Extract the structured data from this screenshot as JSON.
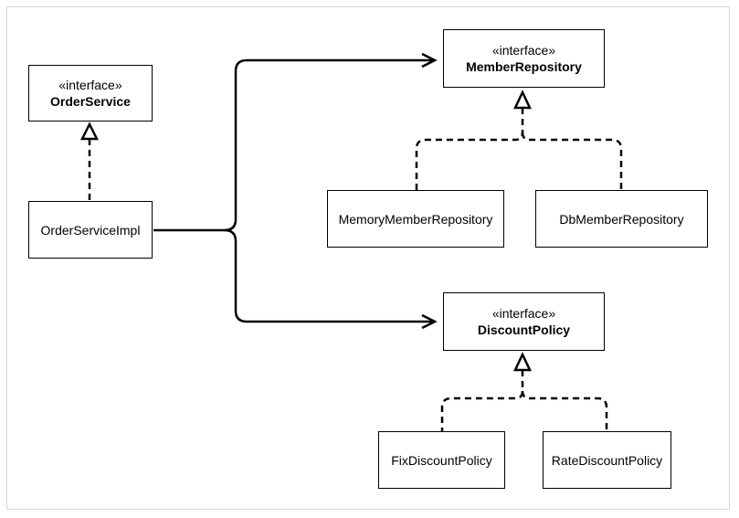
{
  "diagram": {
    "interfaces": [
      {
        "id": "order-service",
        "stereotype": "«interface»",
        "name": "OrderService"
      },
      {
        "id": "member-repository",
        "stereotype": "«interface»",
        "name": "MemberRepository"
      },
      {
        "id": "discount-policy",
        "stereotype": "«interface»",
        "name": "DiscountPolicy"
      }
    ],
    "classes": [
      {
        "id": "order-service-impl",
        "name": "OrderServiceImpl"
      },
      {
        "id": "memory-member-repository",
        "name": "MemoryMemberRepository"
      },
      {
        "id": "db-member-repository",
        "name": "DbMemberRepository"
      },
      {
        "id": "fix-discount-policy",
        "name": "FixDiscountPolicy"
      },
      {
        "id": "rate-discount-policy",
        "name": "RateDiscountPolicy"
      }
    ],
    "relations": [
      {
        "type": "realization",
        "from": "order-service-impl",
        "to": "order-service"
      },
      {
        "type": "association",
        "from": "order-service-impl",
        "to": "member-repository"
      },
      {
        "type": "association",
        "from": "order-service-impl",
        "to": "discount-policy"
      },
      {
        "type": "realization",
        "from": "memory-member-repository",
        "to": "member-repository"
      },
      {
        "type": "realization",
        "from": "db-member-repository",
        "to": "member-repository"
      },
      {
        "type": "realization",
        "from": "fix-discount-policy",
        "to": "discount-policy"
      },
      {
        "type": "realization",
        "from": "rate-discount-policy",
        "to": "discount-policy"
      }
    ]
  }
}
